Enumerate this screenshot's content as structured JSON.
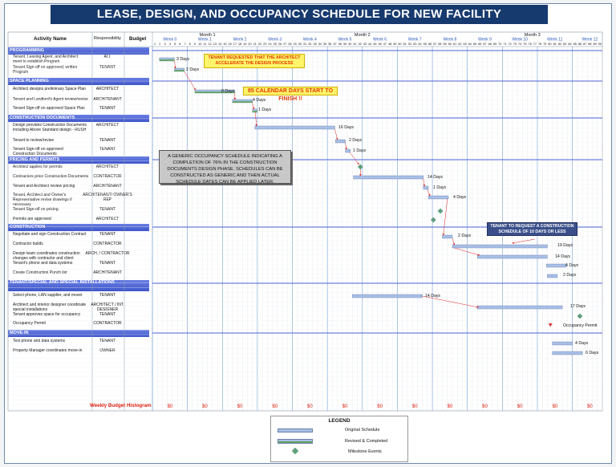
{
  "title": "LEASE, DESIGN, AND OCCUPANCY SCHEDULE FOR NEW FACILITY",
  "headers": {
    "activity": "Activity Name",
    "responsibility": "Responsibility",
    "budget": "Budget"
  },
  "months": [
    "Month 1",
    "Month 2",
    "Month 3"
  ],
  "weeks": [
    "Week 0",
    "Week 1",
    "Week 2",
    "Week 3",
    "Week 4",
    "Week 5",
    "Week 6",
    "Week 7",
    "Week 8",
    "Week 9",
    "Week 10",
    "Week 11",
    "Week 12"
  ],
  "days": [
    "1",
    "2",
    "3",
    "4",
    "5",
    "6",
    "7",
    "8",
    "9",
    "10",
    "11",
    "12",
    "13",
    "14",
    "15",
    "16",
    "17",
    "18",
    "19",
    "20",
    "21",
    "22",
    "23",
    "24",
    "25",
    "26",
    "27",
    "28",
    "29",
    "30",
    "31",
    "32",
    "33",
    "34",
    "35",
    "36",
    "37",
    "38",
    "39",
    "40",
    "41",
    "42",
    "43",
    "44",
    "45",
    "46",
    "47",
    "48",
    "49",
    "50",
    "51",
    "52",
    "53",
    "54",
    "55",
    "56",
    "57",
    "58",
    "59",
    "60",
    "61",
    "62",
    "63",
    "64",
    "65",
    "66",
    "67",
    "68",
    "69",
    "70",
    "71",
    "72",
    "73",
    "74",
    "75",
    "76",
    "77",
    "78",
    "79",
    "80",
    "81",
    "82",
    "83",
    "84",
    "85",
    "86",
    "87",
    "88",
    "89",
    "90"
  ],
  "sections": [
    {
      "label": "PROGRAMMING"
    },
    {
      "label": "SPACE PLANNING"
    },
    {
      "label": "CONSTRUCTION DOCUMENTS"
    },
    {
      "label": "PRICING AND PERMITS"
    },
    {
      "label": "CONSTRUCTION"
    },
    {
      "label": "TENANT/SPECIAL AND SPECIAL INSTALLATIONS"
    },
    {
      "label": "MOVE-IN"
    }
  ],
  "activities": [
    {
      "name": "Tenant, Leasing Agent, and Architect meet to establish Program",
      "resp": "ALL",
      "dur": "3 Days"
    },
    {
      "name": "Tenant Sign-off on approved, written Program",
      "resp": "TENANT",
      "dur": "2 Days"
    },
    {
      "name": "Architect designs preliminary Space Plan",
      "resp": "ARCHITECT",
      "dur": "8 Days"
    },
    {
      "name": "Tenant and Landlord's Agent review/revise",
      "resp": "ARCHITENANT",
      "dur": "4 Days"
    },
    {
      "name": "Tenant Sign-off on approved Space Plan",
      "resp": "TENANT",
      "dur": "1 Days"
    },
    {
      "name": "Design provides Construction Documents including Above Standard design - RUSH",
      "resp": "ARCHITECT",
      "dur": "16 Days"
    },
    {
      "name": "Tenant to review/revise",
      "resp": "TENANT",
      "dur": "2 Days"
    },
    {
      "name": "Tenant Sign-off on approved Construction Documents",
      "resp": "TENANT",
      "dur": "1 Days"
    },
    {
      "name": "Architect applies for permits",
      "resp": "ARCHITECT",
      "dur": ""
    },
    {
      "name": "Contractors price Construction Documents",
      "resp": "CONTRACTOR",
      "dur": "14 Days"
    },
    {
      "name": "Tenant and Architect review pricing",
      "resp": "ARCHITENANT",
      "dur": "1 Days"
    },
    {
      "name": "Tenant, Architect and Owner's Representative revise drawings if necessary",
      "resp": "ARCHITENANT/ OWNER'S REP",
      "dur": "4 Days"
    },
    {
      "name": "Tenant Sign-off on pricing",
      "resp": "TENANT",
      "dur": ""
    },
    {
      "name": "Permits are approved",
      "resp": "ARCHITECT",
      "dur": ""
    },
    {
      "name": "Negotiate and sign Construction Contract",
      "resp": "TENANT",
      "dur": "2 Days"
    },
    {
      "name": "Contractor builds",
      "resp": "CONTRACTOR",
      "dur": "19 Days"
    },
    {
      "name": "Design team coordinates construction changes with contractor and client",
      "resp": "ARCH. / CONTRACTOR",
      "dur": "14 Days"
    },
    {
      "name": "Tenant's phone and data systems",
      "resp": "TENANT",
      "dur": "4 Days"
    },
    {
      "name": "Create Construction Punch list",
      "resp": "ARCHITENANT",
      "dur": "2 Days"
    },
    {
      "name": "Select phone, LAN supplier, and mover",
      "resp": "TENANT",
      "dur": "14 Days"
    },
    {
      "name": "Architect and interior designer coordinate special installations",
      "resp": "ARCHITECT / INT. DESIGNER",
      "dur": "17 Days"
    },
    {
      "name": "Tenant approves space for occupancy",
      "resp": "TENANT",
      "dur": ""
    },
    {
      "name": "Occupancy Permit",
      "resp": "CONTRACTOR",
      "dur": "Occupancy Permit"
    },
    {
      "name": "Test phone and data systems",
      "resp": "TENANT",
      "dur": "4 Days"
    },
    {
      "name": "Property Manager coordinates move-in",
      "resp": "OWNER",
      "dur": "6 Days"
    }
  ],
  "notes": {
    "architect_note": "TENANT REQUESTED THAT THE ARCHITECT ACCELERATE THE DESIGN PROCESS",
    "calendar_note": "85 CALENDAR DAYS START TO FINISH !!",
    "generic_note": "A GENERIC OCCUPANCY SCHEDULE INDICATING A COMPLETION OF 76% IN THE CONSTRUCTION DOCUMENTS DESIGN PHASE. SCHEDULES CAN BE CONSTRUCTED AS GENERIC AND THEN ACTUAL SCHEDULE DATES CAN BE APPLIED LATER.",
    "tenant_request": "TENANT TO REQUEST A CONSTRUCTION SCHEDULE OF 10 DAYS OR LESS"
  },
  "budget_row": {
    "label": "Weekly Budget Histogram",
    "values": [
      "$0",
      "$0",
      "$0",
      "$0",
      "$0",
      "$0",
      "$0",
      "$0",
      "$0",
      "$0",
      "$0",
      "$0",
      "$0"
    ]
  },
  "legend": {
    "title": "LEGEND",
    "items": [
      "Original Schedule",
      "Revised & Completed",
      "Milestone Events"
    ]
  },
  "colors": {
    "title_bg": "#173a6e",
    "section": "#4d63d4",
    "bar_original": "#a8bfe6",
    "bar_revised": "#63a35f",
    "milestone": "#5fa07d",
    "note_yellow": "#fff46a"
  }
}
